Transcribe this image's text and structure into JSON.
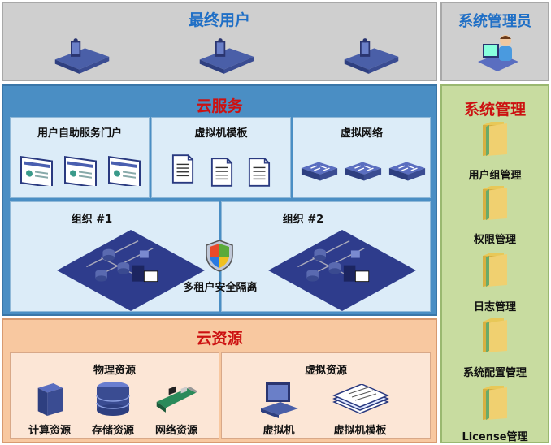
{
  "end_users": {
    "title": "最终用户"
  },
  "admin": {
    "title": "系统管理员"
  },
  "cloud_service": {
    "title": "云服务",
    "portal": {
      "title": "用户自助服务门户"
    },
    "vm_template": {
      "title": "虚拟机模板"
    },
    "vnet": {
      "title": "虚拟网络"
    },
    "org1": {
      "title": "组织 #1"
    },
    "org2": {
      "title": "组织 #2"
    },
    "isolation": "多租户安全隔离"
  },
  "system_mgmt": {
    "title": "系统管理",
    "items": [
      "用户组管理",
      "权限管理",
      "日志管理",
      "系统配置管理",
      "License管理"
    ]
  },
  "cloud_resource": {
    "title": "云资源",
    "physical": {
      "title": "物理资源",
      "items": [
        "计算资源",
        "存储资源",
        "网络资源"
      ]
    },
    "virtual": {
      "title": "虚拟资源",
      "items": [
        "虚拟机",
        "虚拟机模板"
      ]
    }
  },
  "colors": {
    "blue_title": "#1f6fc6",
    "red_title": "#cc1111"
  }
}
